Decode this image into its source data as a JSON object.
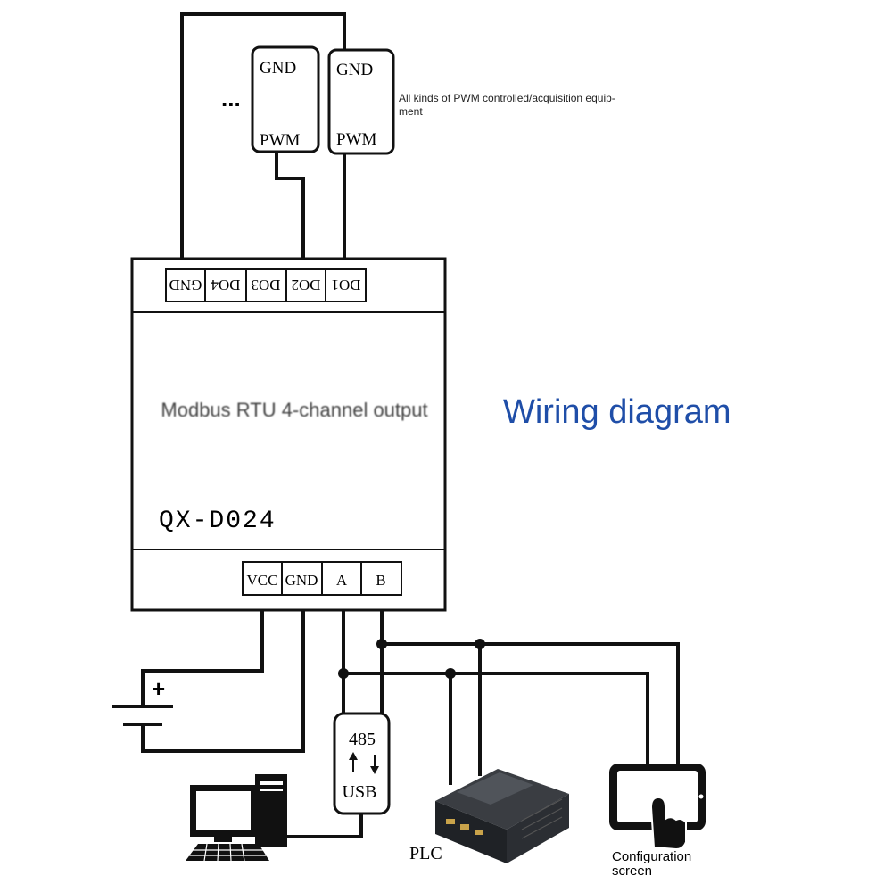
{
  "title": "Wiring diagram",
  "module": {
    "model": "QX-D024",
    "subtitle": "Modbus RTU 4-channel output",
    "top_terminals": [
      "DO1",
      "DO2",
      "DO3",
      "DO4",
      "GND"
    ],
    "bottom_terminals": [
      "VCC",
      "GND",
      "A",
      "B"
    ]
  },
  "pwm_devices": [
    {
      "gnd": "GND",
      "pwm": "PWM"
    },
    {
      "gnd": "GND",
      "pwm": "PWM"
    }
  ],
  "ellipsis": "...",
  "pwm_caption_line1": "All kinds of PWM controlled/acquisition equip-",
  "pwm_caption_line2": "ment",
  "battery_plus": "+",
  "converter": {
    "top": "485",
    "bottom": "USB"
  },
  "plc_label": "PLC",
  "screen_label_line1": "Configuration",
  "screen_label_line2": "screen",
  "colors": {
    "title": "#1f4ea8",
    "line": "#111111"
  }
}
